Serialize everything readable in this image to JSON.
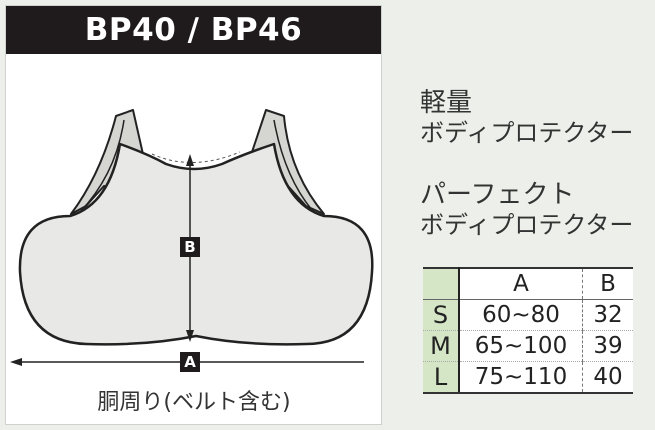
{
  "header": {
    "model": "BP40 / BP46"
  },
  "diagram": {
    "marker_a": "A",
    "marker_b": "B",
    "girth_label": "胴周り(ベルト含む)"
  },
  "descriptions": [
    {
      "main": "軽量",
      "sub": "ボディプロテクター"
    },
    {
      "main": "パーフェクト",
      "sub": "ボディプロテクター"
    }
  ],
  "size_table": {
    "columns": [
      "",
      "A",
      "B"
    ],
    "rows": [
      {
        "size": "S",
        "a": "60~80",
        "b": "32"
      },
      {
        "size": "M",
        "a": "65~100",
        "b": "39"
      },
      {
        "size": "L",
        "a": "75~110",
        "b": "40"
      }
    ]
  },
  "colors": {
    "header_bg": "#1f1b1c",
    "size_column_bg": "#d4e6c5",
    "vest_fill": "#e8e8e6"
  }
}
